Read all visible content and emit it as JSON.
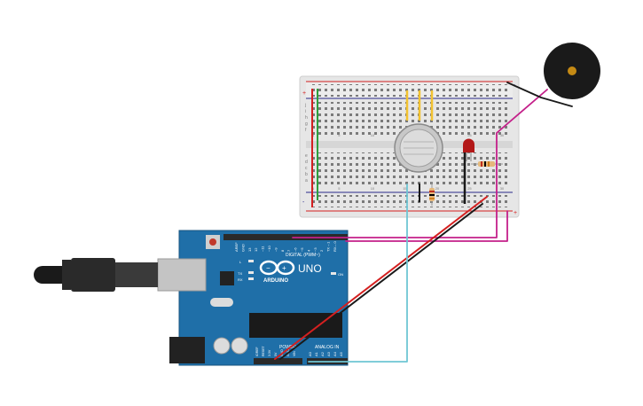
{
  "board": {
    "brand_text": "ARDUINO",
    "model_text": "UNO",
    "digital_header_label": "DIGITAL (PWM~)",
    "power_header_label": "POWER",
    "analog_header_label": "ANALOG IN",
    "on_label": "ON",
    "l_label": "L",
    "tx_label": "TX",
    "rx_label": "RX",
    "digital_pins": [
      "AREF",
      "GND",
      "13",
      "12",
      "~11",
      "~10",
      "~9",
      "8",
      "7",
      "~6",
      "~5",
      "4",
      "~3",
      "2",
      "TX→1",
      "RX←0"
    ],
    "power_pins": [
      "IOREF",
      "RESET",
      "3.3V",
      "5V",
      "GND",
      "GND",
      "VIN"
    ],
    "analog_pins": [
      "A0",
      "A1",
      "A2",
      "A3",
      "A4",
      "A5"
    ],
    "board_color": "#1f6fa8"
  },
  "breadboard": {
    "rail_plus": "+",
    "rail_minus": "-",
    "row_letters_top": [
      "j",
      "i",
      "h",
      "g",
      "f"
    ],
    "row_letters_bottom": [
      "e",
      "d",
      "c",
      "b",
      "a"
    ],
    "column_numbers": [
      "1",
      "",
      "",
      "",
      "5",
      "",
      "",
      "",
      "",
      "10",
      "",
      "",
      "",
      "",
      "15",
      "",
      "",
      "",
      "",
      "20",
      "",
      "",
      "",
      "",
      "25",
      "",
      "",
      "",
      "",
      "30"
    ]
  },
  "wire_colors": {
    "red": "#d42020",
    "black": "#1a1a1a",
    "magenta": "#c4208a",
    "cyan": "#6fc6d4",
    "green": "#2e9e3a",
    "yellow": "#f2c230"
  }
}
